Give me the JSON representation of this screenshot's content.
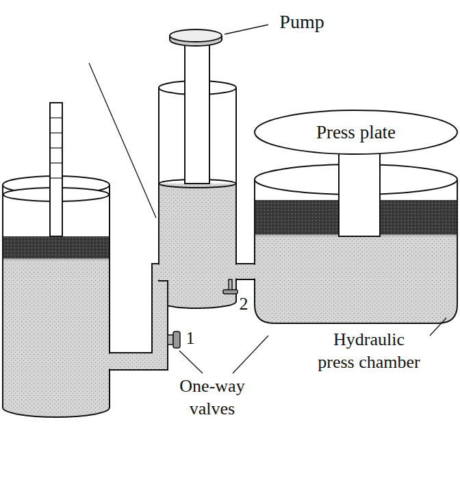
{
  "diagram": {
    "nodes": [
      {
        "text": [
          "Press plate"
        ]
      }
    ],
    "labels": [
      "Pump",
      "1",
      "2",
      "Hydraulic press chamber",
      "One-way valves"
    ]
  }
}
